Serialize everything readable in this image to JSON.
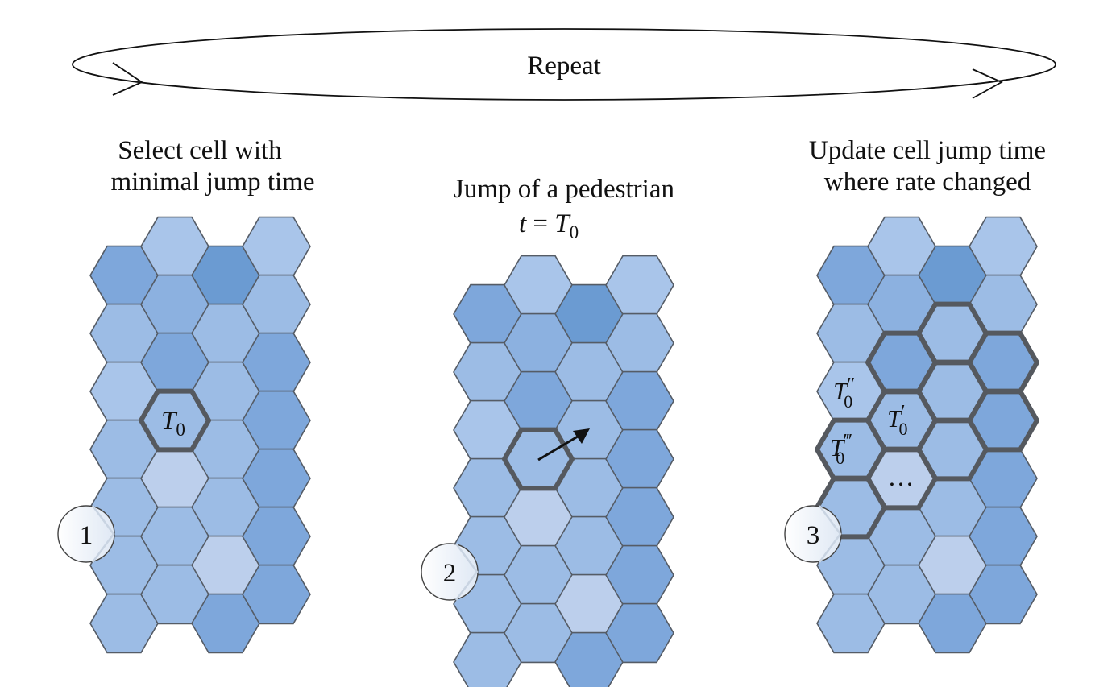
{
  "repeat_label": "Repeat",
  "steps": [
    {
      "number": "1",
      "caption_lines": [
        "Select cell with",
        "minimal jump time"
      ],
      "cell_label": "T",
      "cell_sub": "0"
    },
    {
      "number": "2",
      "caption_lines": [
        "Jump of a pedestrian"
      ],
      "equation": {
        "lhs": "t",
        "op": " = ",
        "var": "T",
        "sub": "0"
      }
    },
    {
      "number": "3",
      "caption_lines": [
        "Update cell jump time",
        "where rate changed"
      ],
      "cell_labels": [
        {
          "var": "T",
          "prime": "″",
          "sub": "0"
        },
        {
          "var": "T",
          "prime": "′",
          "sub": "0"
        },
        {
          "var": "T",
          "prime": "‴",
          "sub": "0"
        }
      ],
      "ellipsis": "…"
    }
  ],
  "colors": {
    "dark": "#6b9bd2",
    "medium_dark": "#7ea7db",
    "medium": "#8cb1e0",
    "medium_light": "#9cbce5",
    "light": "#a9c5ea",
    "pale": "#bccfec",
    "highlight_stroke": "#55595f"
  },
  "grid_shades": [
    [
      "medium_dark",
      "light",
      "dark",
      "light"
    ],
    [
      "medium_light",
      "medium",
      "medium_light",
      "medium_light"
    ],
    [
      "light",
      "medium_dark",
      "medium_light",
      "medium_dark"
    ],
    [
      "medium_light",
      "medium_light",
      "medium_light",
      "medium_dark"
    ],
    [
      "medium_light",
      "pale",
      "medium_light",
      "medium_dark"
    ],
    [
      "medium_light",
      "medium_light",
      "pale",
      "medium_dark"
    ],
    [
      "medium_light",
      "medium_light",
      "medium_dark",
      "medium_dark"
    ]
  ]
}
